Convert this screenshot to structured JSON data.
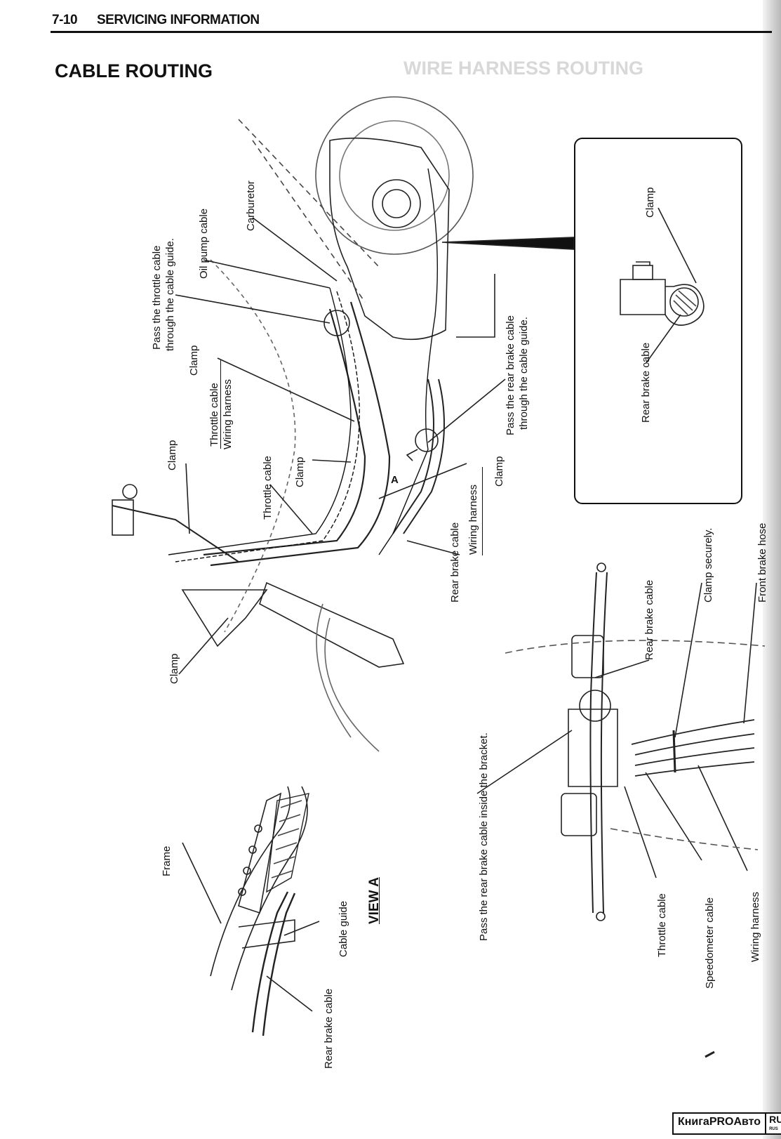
{
  "header": {
    "page_number": "7-10",
    "section": "SERVICING INFORMATION"
  },
  "title": "CABLE ROUTING",
  "labels": {
    "pass_throttle_line1": "Pass the throttle cable",
    "pass_throttle_line2": "through the cable guide.",
    "oil_pump_cable": "Oil pump cable",
    "carburetor": "Carburetor",
    "clamp": "Clamp",
    "throttle_cable": "Throttle cable",
    "wiring_harness": "Wiring harness",
    "pass_rear_brake_line1": "Pass the rear brake cable",
    "pass_rear_brake_line2": "through the cable guide.",
    "rear_brake_cable": "Rear brake cable",
    "view_a": "VIEW A",
    "frame": "Frame",
    "cable_guide": "Cable guide",
    "pass_rear_brake_bracket": "Pass the rear brake cable inside the bracket.",
    "clamp_securely": "Clamp securely.",
    "front_brake_hose": "Front brake hose",
    "speedometer_cable": "Speedometer cable",
    "arrow_a": "A"
  },
  "logo": {
    "text": "КнигаPROАвто",
    "ru": "RU",
    "rus": "RUS"
  }
}
